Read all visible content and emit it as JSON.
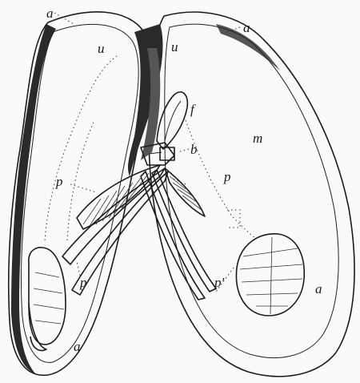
{
  "figure": {
    "labels": {
      "a_top_left": "a",
      "a_top_right": "a",
      "u_left": "u",
      "u_right": "u",
      "f": "f",
      "b": "b",
      "m": "m",
      "p_left": "p",
      "p_right": "p",
      "p_lower_left": "p",
      "p_prime": "p'",
      "a_lower_right": "a",
      "a_lower_left": "a"
    }
  }
}
